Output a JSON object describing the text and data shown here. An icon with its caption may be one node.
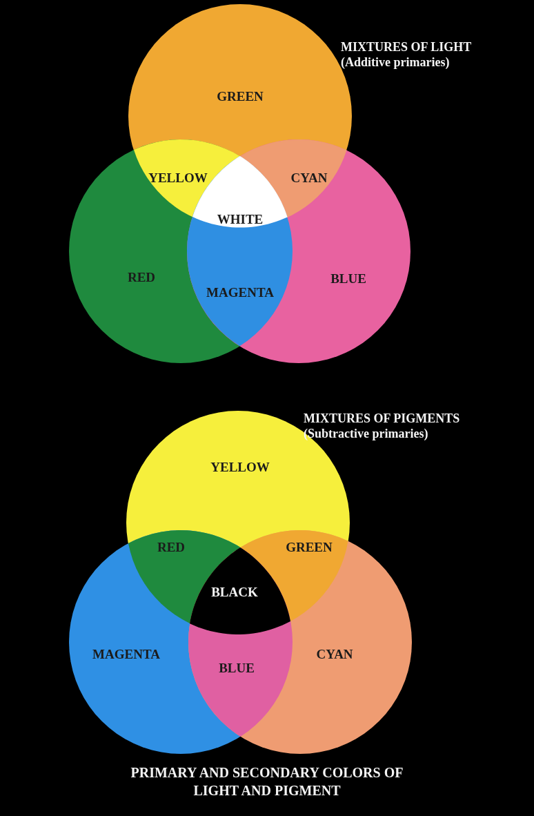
{
  "diagram": {
    "caption": "PRIMARY AND SECONDARY COLORS OF LIGHT AND PIGMENT",
    "nodes": [
      {
        "text": [
          "GREEN"
        ]
      },
      {
        "text": [
          "YELLOW"
        ]
      },
      {
        "text": [
          "CYAN"
        ]
      },
      {
        "text": [
          "WHITE"
        ]
      },
      {
        "text": [
          "RED"
        ]
      },
      {
        "text": [
          "MAGENTA"
        ]
      },
      {
        "text": [
          "BLUE"
        ]
      },
      {
        "text": [
          "YELLOW"
        ]
      },
      {
        "text": [
          "RED"
        ]
      },
      {
        "text": [
          "GREEN"
        ]
      },
      {
        "text": [
          "BLACK"
        ]
      },
      {
        "text": [
          "MAGENTA"
        ]
      },
      {
        "text": [
          "BLUE"
        ]
      },
      {
        "text": [
          "CYAN"
        ]
      }
    ],
    "labels": [
      "MIXTURES OF LIGHT",
      "(Additive primaries)",
      "MIXTURES OF PIGMENTS",
      "(Subtractive primaries)"
    ]
  }
}
